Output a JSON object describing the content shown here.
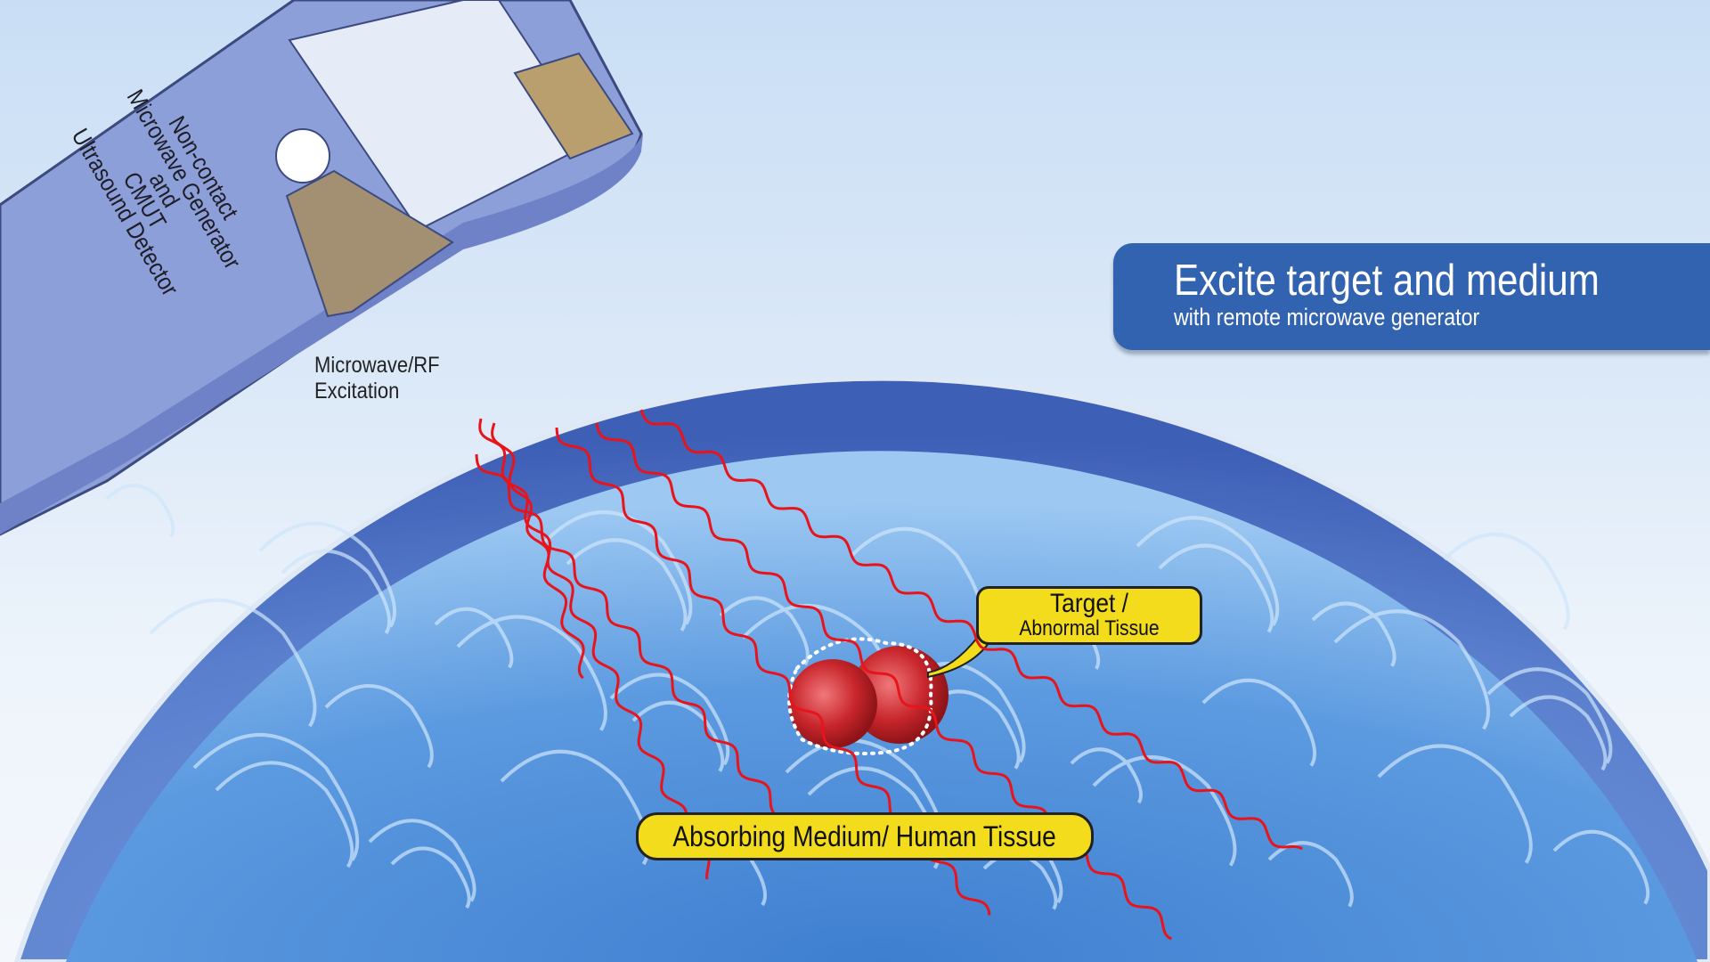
{
  "banner": {
    "title": "Excite target and medium",
    "subtitle": "with remote microwave generator",
    "color": "#3163b0"
  },
  "probe": {
    "lines": [
      "Non-contact",
      "Microwave Generator",
      "and",
      "CMUT",
      "Ultrasound Detector"
    ]
  },
  "excitation_label": {
    "line1": "Microwave/RF",
    "line2": "Excitation"
  },
  "target_label": {
    "line1": "Target /",
    "line2": "Abnormal Tissue"
  },
  "medium_label": "Absorbing Medium/ Human Tissue",
  "colors": {
    "label_fill": "#f3dc1c",
    "wave": "#e8141c",
    "tumor": "#c8262c",
    "brain": "#5f8fd6"
  }
}
